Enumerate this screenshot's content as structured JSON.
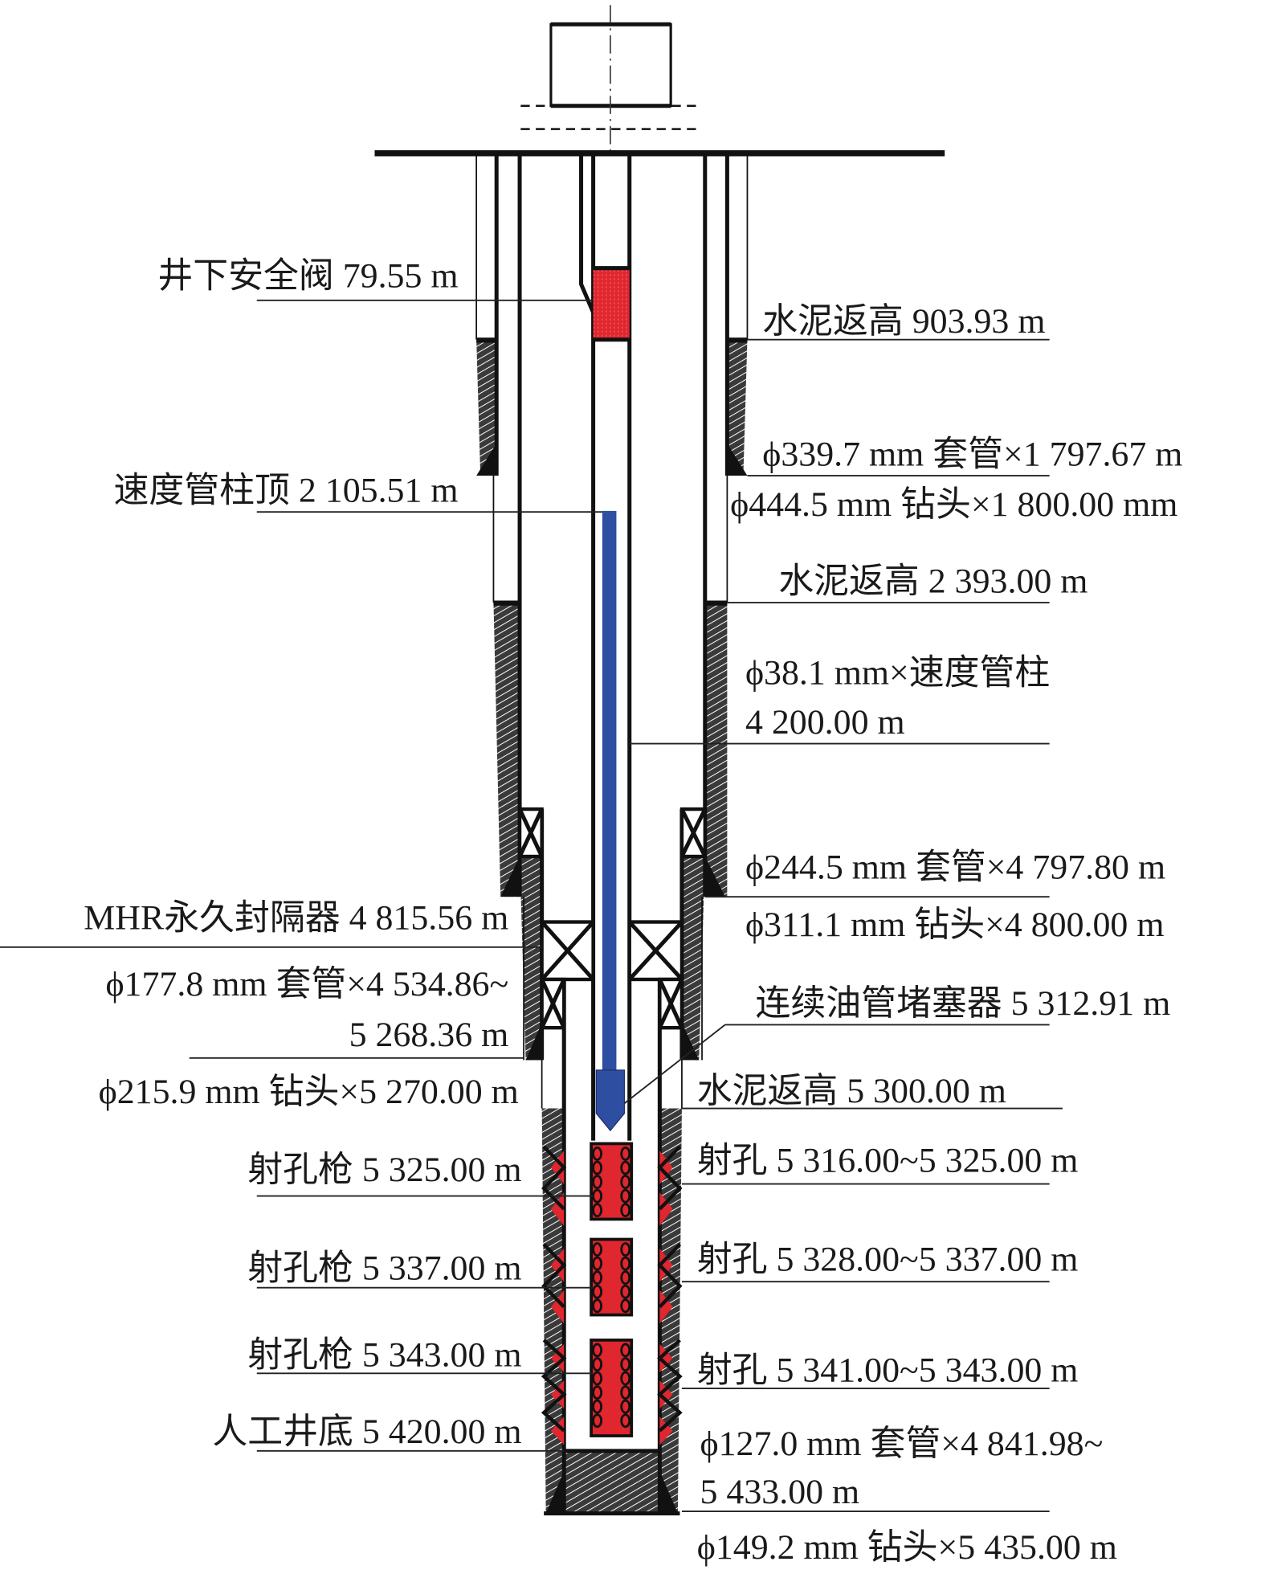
{
  "colors": {
    "safety_valve": "#e0262e",
    "velocity_string": "#2e4ea1",
    "perforating_gun": "#e0262e",
    "cement": "#3a3a3a",
    "line": "#111111"
  },
  "left_labels": [
    {
      "id": "safety-valve",
      "lines": [
        "井下安全阀 79.55 m"
      ]
    },
    {
      "id": "velocity-string-top",
      "lines": [
        "速度管柱顶 2 105.51 m"
      ]
    },
    {
      "id": "mhr-packer",
      "lines": [
        "MHR永久封隔器 4 815.56 m"
      ]
    },
    {
      "id": "casing-177",
      "lines": [
        "ϕ177.8 mm 套管×4 534.86~",
        "5 268.36 m"
      ]
    },
    {
      "id": "bit-215",
      "lines": [
        "ϕ215.9 mm 钻头×5 270.00 m"
      ]
    },
    {
      "id": "gun-1",
      "lines": [
        "射孔枪 5 325.00 m"
      ]
    },
    {
      "id": "gun-2",
      "lines": [
        "射孔枪 5 337.00 m"
      ]
    },
    {
      "id": "gun-3",
      "lines": [
        "射孔枪 5 343.00 m"
      ]
    },
    {
      "id": "artificial-bottom",
      "lines": [
        "人工井底 5 420.00 m"
      ]
    }
  ],
  "right_labels": [
    {
      "id": "cement-top-1",
      "lines": [
        "水泥返高 903.93 m"
      ]
    },
    {
      "id": "casing-339",
      "lines": [
        "ϕ339.7 mm 套管×1 797.67 m"
      ]
    },
    {
      "id": "bit-444",
      "lines": [
        "ϕ444.5 mm 钻头×1 800.00 mm"
      ]
    },
    {
      "id": "cement-top-2",
      "lines": [
        "水泥返高 2 393.00 m"
      ]
    },
    {
      "id": "velocity-string",
      "lines": [
        "ϕ38.1 mm×速度管柱",
        "4 200.00 m"
      ]
    },
    {
      "id": "casing-244",
      "lines": [
        "ϕ244.5 mm 套管×4 797.80 m"
      ]
    },
    {
      "id": "bit-311",
      "lines": [
        "ϕ311.1 mm 钻头×4 800.00 m"
      ]
    },
    {
      "id": "ct-plug",
      "lines": [
        "连续油管堵塞器 5 312.91 m"
      ]
    },
    {
      "id": "cement-top-3",
      "lines": [
        "水泥返高 5 300.00 m"
      ]
    },
    {
      "id": "perf-1",
      "lines": [
        "射孔 5 316.00~5 325.00 m"
      ]
    },
    {
      "id": "perf-2",
      "lines": [
        "射孔 5 328.00~5 337.00 m"
      ]
    },
    {
      "id": "perf-3",
      "lines": [
        "射孔 5 341.00~5 343.00 m"
      ]
    },
    {
      "id": "casing-127",
      "lines": [
        "ϕ127.0 mm 套管×4 841.98~",
        "5 433.00 m"
      ]
    },
    {
      "id": "bit-149",
      "lines": [
        "ϕ149.2 mm 钻头×5 435.00 m"
      ]
    }
  ]
}
